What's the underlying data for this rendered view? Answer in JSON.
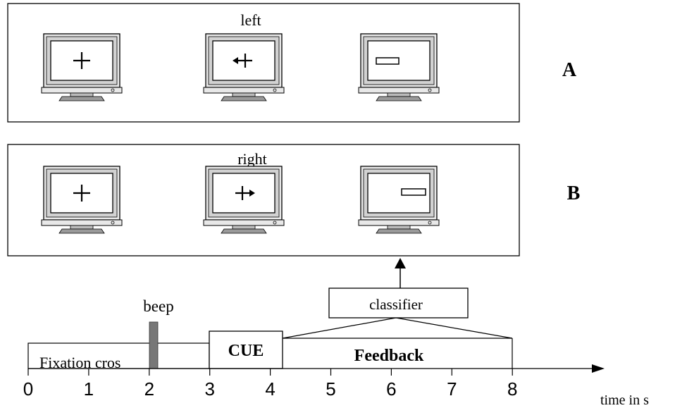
{
  "panel_a": {
    "cue_label": "left",
    "panel_label": "A",
    "monitors": [
      {
        "screen": "fixation-cross"
      },
      {
        "screen": "left-arrow-cue"
      },
      {
        "screen": "feedback-bar-left"
      }
    ]
  },
  "panel_b": {
    "cue_label": "right",
    "panel_label": "B",
    "monitors": [
      {
        "screen": "fixation-cross"
      },
      {
        "screen": "right-arrow-cue"
      },
      {
        "screen": "feedback-bar-right"
      }
    ]
  },
  "timeline": {
    "beep_label": "beep",
    "classifier_label": "classifier",
    "fixation_label": "Fixation cros",
    "cue_label": "CUE",
    "feedback_label": "Feedback",
    "axis_unit_label": "time in s",
    "ticks": [
      "0",
      "1",
      "2",
      "3",
      "4",
      "5",
      "6",
      "7",
      "8"
    ],
    "colors": {
      "beep_bar": "#777777",
      "stroke": "#000000"
    }
  }
}
